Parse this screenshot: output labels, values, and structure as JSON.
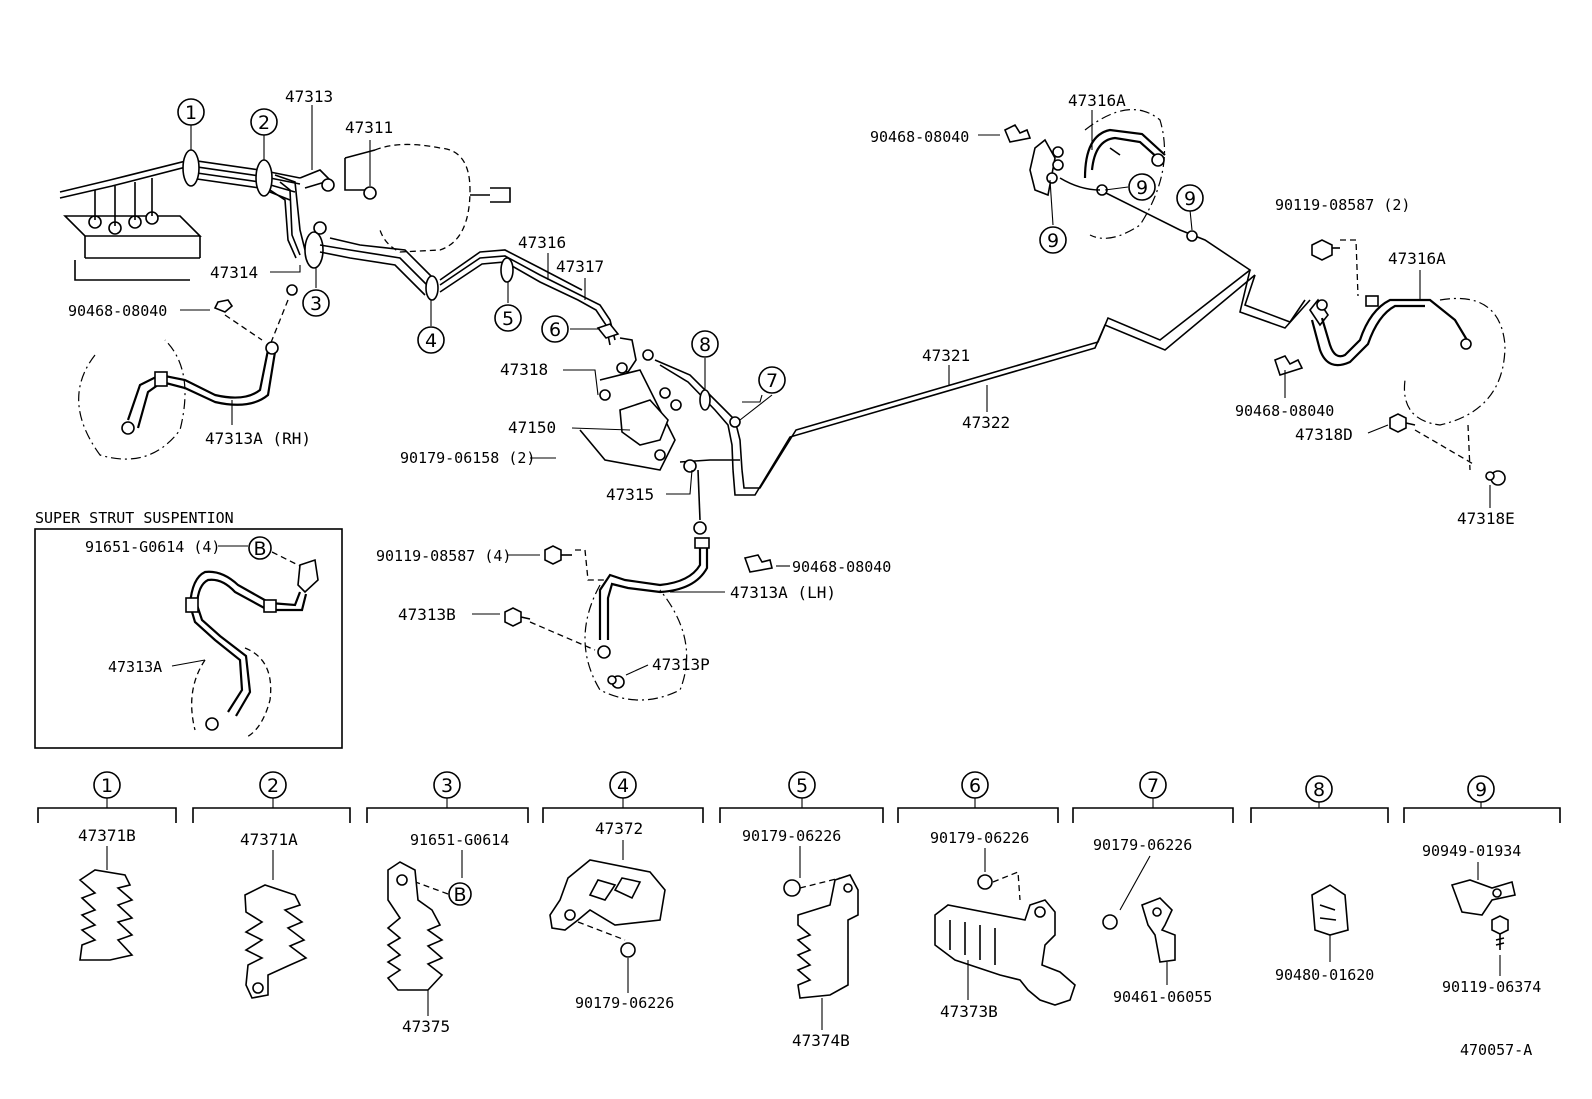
{
  "diagram": {
    "part_labels": {
      "p47313": "47313",
      "p47311": "47311",
      "p47314": "47314",
      "p90468_1": "90468-08040",
      "p47313A_RH": "47313A (RH)",
      "p47316": "47316",
      "p47317": "47317",
      "p47318": "47318",
      "p47150": "47150",
      "p90179_06158": "90179-06158 (2)",
      "p47315": "47315",
      "p47321": "47321",
      "p47322": "47322",
      "p47316A_top": "47316A",
      "p90468_top": "90468-08040",
      "p90119_2": "90119-08587 (2)",
      "p47316A_right": "47316A",
      "p90468_right": "90468-08040",
      "p47318D": "47318D",
      "p47318E": "47318E",
      "p90119_4": "90119-08587 (4)",
      "p90468_mid": "90468-08040",
      "p47313A_LH": "47313A (LH)",
      "p47313B": "47313B",
      "p47313P": "47313P",
      "inset_91651": "91651-G0614 (4)",
      "inset_47313A": "47313A",
      "diagram_id": "470057-A"
    },
    "callouts": {
      "c1": "1",
      "c2": "2",
      "c3": "3",
      "c4": "4",
      "c5": "5",
      "c6": "6",
      "c7": "7",
      "c8": "8",
      "c9": "9",
      "cB": "B"
    },
    "inset_title": "SUPER STRUT SUSPENTION",
    "clamp_details": [
      {
        "num": "1",
        "parts": [
          "47371B"
        ]
      },
      {
        "num": "2",
        "parts": [
          "47371A"
        ]
      },
      {
        "num": "3",
        "parts": [
          "91651-G0614",
          "B",
          "47375"
        ]
      },
      {
        "num": "4",
        "parts": [
          "47372",
          "90179-06226"
        ]
      },
      {
        "num": "5",
        "parts": [
          "90179-06226",
          "47374B"
        ]
      },
      {
        "num": "6",
        "parts": [
          "90179-06226",
          "47373B"
        ]
      },
      {
        "num": "7",
        "parts": [
          "90179-06226",
          "90461-06055"
        ]
      },
      {
        "num": "8",
        "parts": [
          "90480-01620"
        ]
      },
      {
        "num": "9",
        "parts": [
          "90949-01934",
          "90119-06374"
        ]
      }
    ]
  }
}
